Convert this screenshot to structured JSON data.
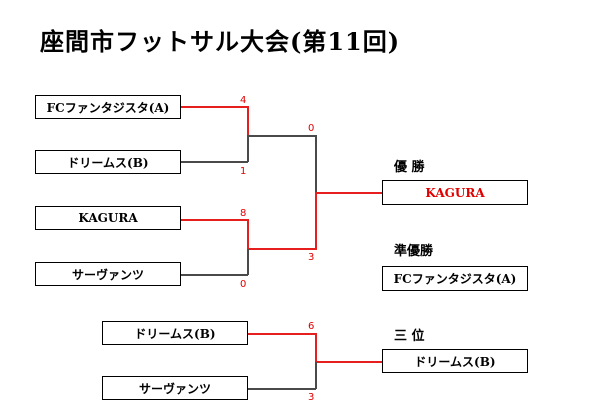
{
  "title": "座間市フットサル大会(第11回)",
  "colors": {
    "win_line": "#e61e1e",
    "loss_line": "#4a4a4a",
    "winner_text": "#e00000"
  },
  "bracket": {
    "teams": [
      "FCファンタジスタ(A)",
      "ドリームス(B)",
      "KAGURA",
      "サーヴァンツ"
    ],
    "semifinal1": {
      "score_top": "4",
      "score_bottom": "1"
    },
    "semifinal2": {
      "score_top": "8",
      "score_bottom": "0"
    },
    "final": {
      "score_top": "0",
      "score_bottom": "3"
    }
  },
  "third_place_match": {
    "teams": [
      "ドリームス(B)",
      "サーヴァンツ"
    ],
    "score_top": "6",
    "score_bottom": "3"
  },
  "results": {
    "champion_label": "優 勝",
    "champion": "KAGURA",
    "runner_up_label": "準優勝",
    "runner_up": "FCファンタジスタ(A)",
    "third_label": "三 位",
    "third": "ドリームス(B)"
  }
}
